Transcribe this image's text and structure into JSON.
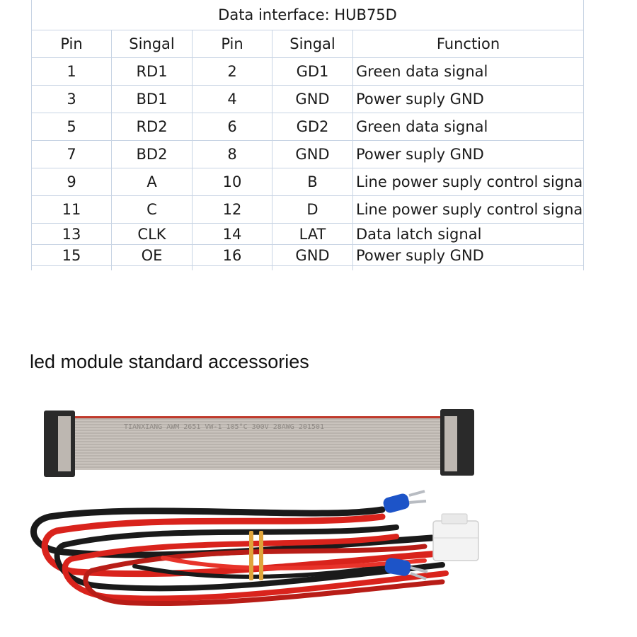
{
  "table": {
    "title": "Data interface: HUB75D",
    "headers": [
      "Pin",
      "Singal",
      "Pin",
      "Singal",
      "Function"
    ],
    "rows": [
      {
        "pin_a": "1",
        "sig_a": "RD1",
        "pin_b": "2",
        "sig_b": "GD1",
        "function": "Green data signal"
      },
      {
        "pin_a": "3",
        "sig_a": "BD1",
        "pin_b": "4",
        "sig_b": "GND",
        "function": "Power suply GND"
      },
      {
        "pin_a": "5",
        "sig_a": "RD2",
        "pin_b": "6",
        "sig_b": "GD2",
        "function": "Green data signal"
      },
      {
        "pin_a": "7",
        "sig_a": "BD2",
        "pin_b": "8",
        "sig_b": "GND",
        "function": "Power suply GND"
      },
      {
        "pin_a": "9",
        "sig_a": "A",
        "pin_b": "10",
        "sig_b": "B",
        "function": "Line power suply control signal"
      },
      {
        "pin_a": "11",
        "sig_a": "C",
        "pin_b": "12",
        "sig_b": "D",
        "function": "Line power suply control signal"
      },
      {
        "pin_a": "13",
        "sig_a": "CLK",
        "pin_b": "14",
        "sig_b": "LAT",
        "function": "Data latch signal"
      },
      {
        "pin_a": "15",
        "sig_a": "OE",
        "pin_b": "16",
        "sig_b": "GND",
        "function": "Power suply GND"
      }
    ]
  },
  "section": {
    "title": "led module standard accessories"
  },
  "photo": {
    "ribbon_print": "TIANXIANG  AWM  2651  VW-1  105°C  300V  28AWG  201501"
  },
  "colors": {
    "grid": "#c8d4e4",
    "wire_red": "#d9231c",
    "wire_black": "#1a1a1a",
    "terminal_blue": "#1d54c8",
    "connector_black": "#2a2a2a",
    "ribbon_gray": "#c9c3bd"
  }
}
